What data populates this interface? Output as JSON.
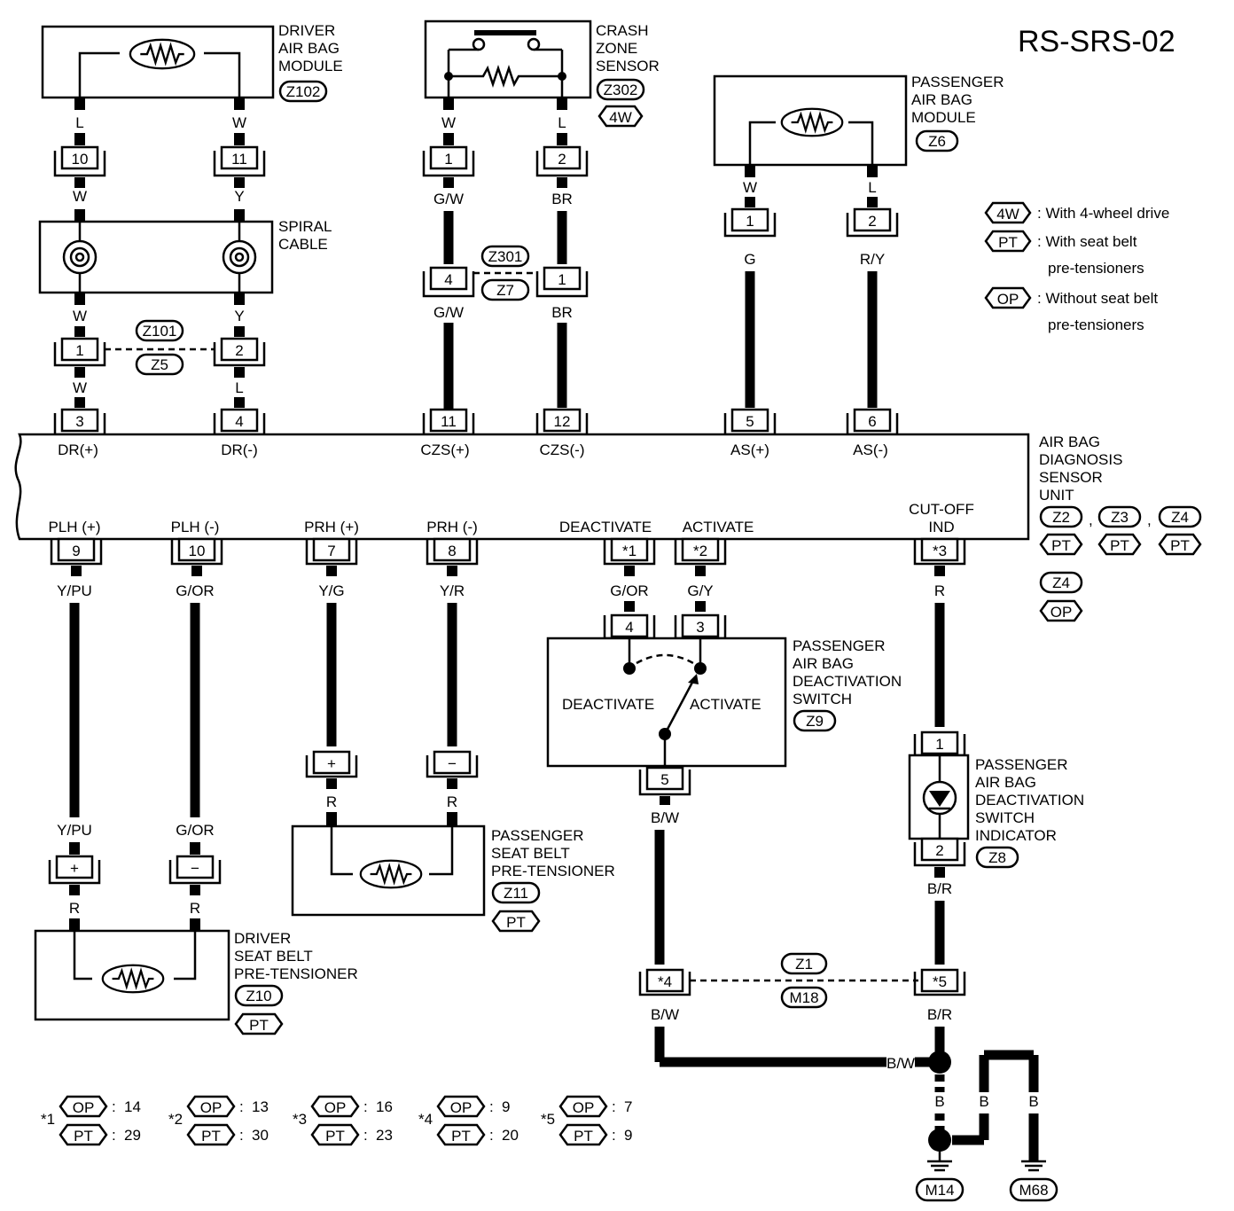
{
  "title": "RS-SRS-02",
  "legend": [
    {
      "tag": "4W",
      "desc": ": With 4-wheel drive"
    },
    {
      "tag": "PT",
      "desc": ": With seat belt"
    },
    {
      "tag": "",
      "desc": "pre-tensioners"
    },
    {
      "tag": "OP",
      "desc": ": Without seat belt"
    },
    {
      "tag": "",
      "desc": "pre-tensioners"
    }
  ],
  "components": {
    "driver_airbag": {
      "lines": [
        "DRIVER",
        "AIR BAG",
        "MODULE"
      ],
      "code": "Z102"
    },
    "crash_zone": {
      "lines": [
        "CRASH",
        "ZONE",
        "SENSOR"
      ],
      "code": "Z302",
      "option": "4W"
    },
    "passenger_airbag": {
      "lines": [
        "PASSENGER",
        "AIR BAG",
        "MODULE"
      ],
      "code": "Z6"
    },
    "spiral_cable": {
      "lines": [
        "SPIRAL",
        "CABLE"
      ]
    },
    "diag_unit": {
      "lines": [
        "AIR BAG",
        "DIAGNOSIS",
        "SENSOR",
        "UNIT"
      ],
      "codes": [
        "Z2",
        "Z3",
        "Z4"
      ],
      "options": [
        "PT",
        "PT",
        "PT"
      ],
      "code2": "Z4",
      "option2": "OP"
    },
    "deact_switch": {
      "lines": [
        "PASSENGER",
        "AIR BAG",
        "DEACTIVATION",
        "SWITCH"
      ],
      "code": "Z9",
      "left": "DEACTIVATE",
      "right": "ACTIVATE"
    },
    "indicator": {
      "lines": [
        "PASSENGER",
        "AIR BAG",
        "DEACTIVATION",
        "SWITCH",
        "INDICATOR"
      ],
      "code": "Z8"
    },
    "pass_pretensioner": {
      "lines": [
        "PASSENGER",
        "SEAT BELT",
        "PRE-TENSIONER"
      ],
      "code": "Z11",
      "option": "PT"
    },
    "driver_pretensioner": {
      "lines": [
        "DRIVER",
        "SEAT BELT",
        "PRE-TENSIONER"
      ],
      "code": "Z10",
      "option": "PT"
    }
  },
  "unit_terminals_top": [
    "DR(+)",
    "DR(-)",
    "CZS(+)",
    "CZS(-)",
    "AS(+)",
    "AS(-)"
  ],
  "unit_terminals_bottom": [
    "PLH (+)",
    "PLH (-)",
    "PRH (+)",
    "PRH (-)",
    "DEACTIVATE",
    "ACTIVATE",
    "CUT-OFF",
    "IND"
  ],
  "pins": {
    "c1": "10",
    "c2": "11",
    "c3": "1",
    "c4": "2",
    "c5": "1",
    "c6": "2",
    "c7": "1",
    "c8": "2",
    "c9": "4",
    "c10": "1",
    "u3": "3",
    "u4": "4",
    "u11": "11",
    "u12": "12",
    "u5": "5",
    "u6": "6",
    "b9": "9",
    "b10": "10",
    "b7": "7",
    "b8": "8",
    "b1": "*1",
    "b2": "*2",
    "b3": "*3",
    "s4": "4",
    "s3": "3",
    "s5": "5",
    "i1": "1",
    "i2": "2",
    "plus": "+",
    "minus": "−",
    "j4": "*4",
    "j5": "*5"
  },
  "wires": {
    "L": "L",
    "W": "W",
    "Y": "Y",
    "GW": "G/W",
    "BR": "BR",
    "G": "G",
    "RY": "R/Y",
    "YPU": "Y/PU",
    "GOR": "G/OR",
    "YG": "Y/G",
    "YR": "Y/R",
    "GY": "G/Y",
    "R": "R",
    "BW": "B/W",
    "BR2": "B/R",
    "B": "B"
  },
  "joints": {
    "z101": "Z101",
    "z5": "Z5",
    "z301": "Z301",
    "z7": "Z7",
    "z1": "Z1",
    "m18": "M18"
  },
  "grounds": [
    "M14",
    "M68"
  ],
  "footnotes": [
    {
      "mark": "*1",
      "op": "14",
      "pt": "29"
    },
    {
      "mark": "*2",
      "op": "13",
      "pt": "30"
    },
    {
      "mark": "*3",
      "op": "16",
      "pt": "23"
    },
    {
      "mark": "*4",
      "op": "9",
      "pt": "20"
    },
    {
      "mark": "*5",
      "op": "7",
      "pt": "9"
    }
  ],
  "tags": {
    "op": "OP",
    "pt": "PT",
    "sep": ",",
    "colon": ":"
  }
}
